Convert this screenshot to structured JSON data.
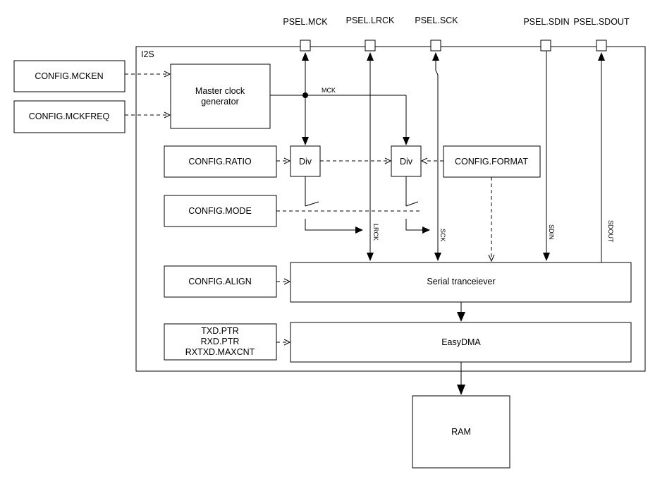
{
  "pins": {
    "mck": "PSEL.MCK",
    "lrck": "PSEL.LRCK",
    "sck": "PSEL.SCK",
    "sdin": "PSEL.SDIN",
    "sdout": "PSEL.SDOUT"
  },
  "container": {
    "label": "I2S"
  },
  "external": {
    "mcken": "CONFIG.MCKEN",
    "mckfreq": "CONFIG.MCKFREQ"
  },
  "blocks": {
    "master_clock_line1": "Master clock",
    "master_clock_line2": "generator",
    "ratio": "CONFIG.RATIO",
    "mode": "CONFIG.MODE",
    "format": "CONFIG.FORMAT",
    "align": "CONFIG.ALIGN",
    "div1": "Div",
    "div2": "Div",
    "serial": "Serial tranceiever",
    "easydma": "EasyDMA",
    "ram": "RAM",
    "dma_regs": [
      "TXD.PTR",
      "RXD.PTR",
      "RXTXD.MAXCNT"
    ]
  },
  "signals": {
    "mck": "MCK",
    "lrck": "LRCK",
    "sck": "SCK",
    "sdin": "SDIN",
    "sdout": "SDOUT"
  }
}
